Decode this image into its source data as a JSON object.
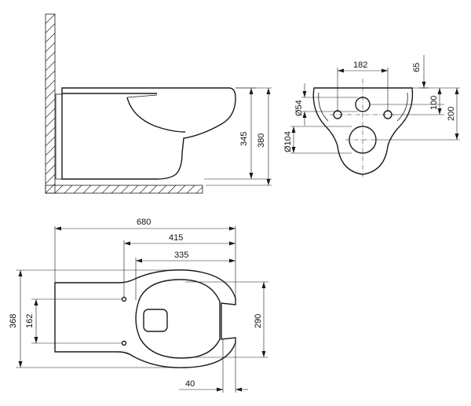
{
  "drawing": {
    "side_view": {
      "height_345": "345",
      "height_380": "380"
    },
    "rear_view": {
      "width_182": "182",
      "offset_65": "65",
      "height_100": "100",
      "height_200": "200",
      "diameter_54": "Ø54",
      "diameter_104": "Ø104"
    },
    "top_view": {
      "length_680": "680",
      "length_415": "415",
      "length_335": "335",
      "width_368": "368",
      "spacing_162": "162",
      "seat_290": "290",
      "offset_40": "40"
    }
  }
}
